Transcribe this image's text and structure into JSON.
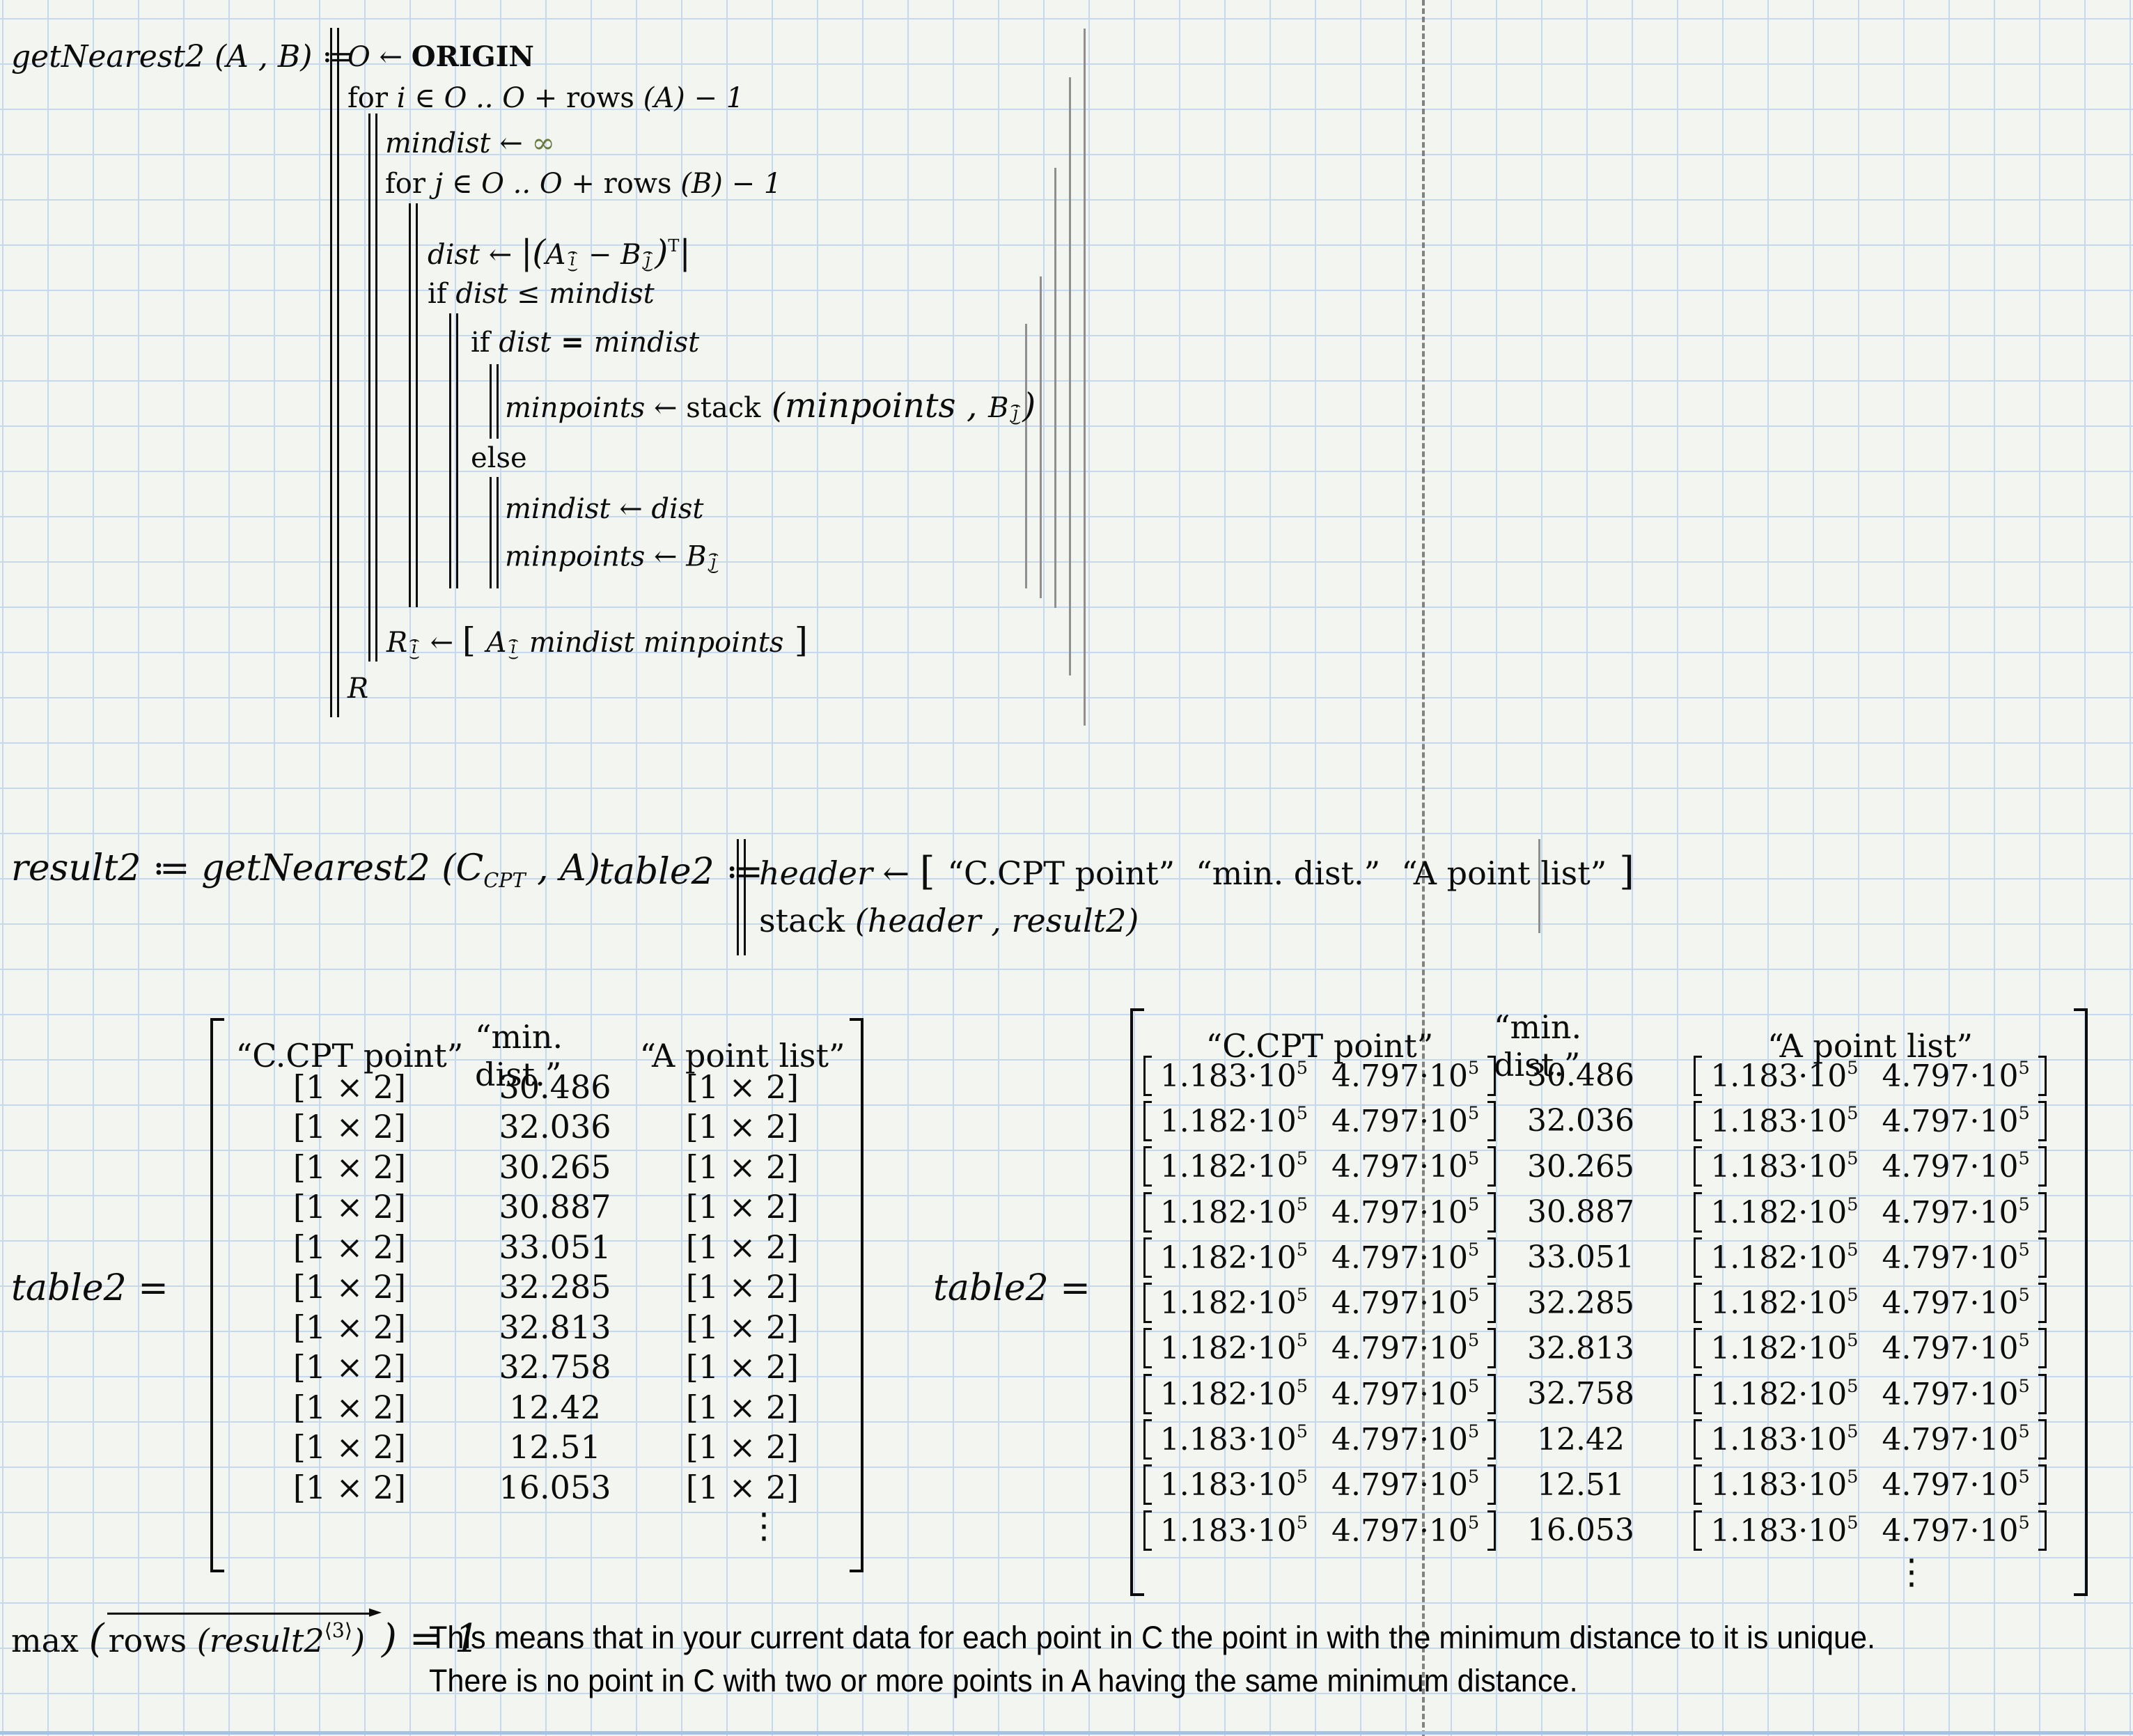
{
  "colors": {
    "paper": "#f3f5f1",
    "grid_line": "#c6d8ee",
    "infinity": "#6b7a42",
    "nesting_bar_gray": "#8f8f8f",
    "page_break_dash": "#6e6e6e"
  },
  "sym": {
    "hat": "⌢",
    "smile": "⌣"
  },
  "program": {
    "lhs": "getNearest2 (A , B) ≔",
    "origin": {
      "pre": "O ← ",
      "kw": "ORIGIN"
    },
    "for_i": {
      "kw": "for ",
      "a": "i ∈ O .. O + ",
      "fn": "rows",
      "b": " (A) − 1"
    },
    "mindist_init": {
      "a": "mindist ← ",
      "inf": "∞"
    },
    "for_j": {
      "kw": "for ",
      "a": "j ∈ O .. O + ",
      "fn": "rows",
      "b": " (B) − 1"
    },
    "dist": {
      "a": "dist ← ",
      "bar": "|",
      "open": "(",
      "A": "A",
      "i": "i",
      "minus": " − ",
      "B": "B",
      "j": "j",
      "close": ")",
      "T": "T"
    },
    "if_le": {
      "kw": "if ",
      "a": "dist ≤ mindist"
    },
    "if_eq": {
      "kw": "if ",
      "a": "dist",
      "eq": " = ",
      "b": "mindist"
    },
    "stack": {
      "a": "minpoints ← ",
      "fn": "stack",
      "open": " (minpoints , ",
      "B": "B",
      "j": "j",
      "close": ")"
    },
    "else_kw": "else",
    "mindist_dist": "mindist ← dist",
    "minpoints_b": {
      "a": "minpoints ← ",
      "B": "B",
      "j": "j"
    },
    "r_assign": {
      "R": "R",
      "i": "i",
      "arrow": " ← ",
      "lb": "[ ",
      "A": "A",
      "i2": "i",
      "rest": " mindist  minpoints",
      "rb": " ]"
    },
    "r_return": "R"
  },
  "result2_line": {
    "a": "result2 ≔ getNearest2 (C",
    "sub": "CPT",
    "b": " , A)"
  },
  "table2_def": {
    "lhs": "table2 ≔",
    "header_pre": "header ← ",
    "lb": "[ ",
    "s1": "“C.CPT point”",
    "s2": "“min. dist.”",
    "s3": "“A point list”",
    "rb": " ]",
    "stack_fn": "stack",
    "stack_args": " (header , result2)"
  },
  "left_table": {
    "label": "table2 =",
    "headers": [
      "“C.CPT point”",
      "“min. dist.”",
      "“A point list”"
    ],
    "cell_placeholder": "[1 × 2]",
    "distances": [
      "30.486",
      "32.036",
      "30.265",
      "30.887",
      "33.051",
      "32.285",
      "32.813",
      "32.758",
      "12.42",
      "12.51",
      "16.053"
    ],
    "ellipsis": "⋮"
  },
  "right_table": {
    "label": "table2 =",
    "headers": [
      "“C.CPT point”",
      "“min. dist.”",
      "“A point list”"
    ],
    "power": "·10",
    "exp": "5",
    "rows": [
      {
        "c": [
          "1.183",
          "4.797"
        ],
        "d": "30.486",
        "a": [
          "1.183",
          "4.797"
        ]
      },
      {
        "c": [
          "1.182",
          "4.797"
        ],
        "d": "32.036",
        "a": [
          "1.183",
          "4.797"
        ]
      },
      {
        "c": [
          "1.182",
          "4.797"
        ],
        "d": "30.265",
        "a": [
          "1.183",
          "4.797"
        ]
      },
      {
        "c": [
          "1.182",
          "4.797"
        ],
        "d": "30.887",
        "a": [
          "1.182",
          "4.797"
        ]
      },
      {
        "c": [
          "1.182",
          "4.797"
        ],
        "d": "33.051",
        "a": [
          "1.182",
          "4.797"
        ]
      },
      {
        "c": [
          "1.182",
          "4.797"
        ],
        "d": "32.285",
        "a": [
          "1.182",
          "4.797"
        ]
      },
      {
        "c": [
          "1.182",
          "4.797"
        ],
        "d": "32.813",
        "a": [
          "1.182",
          "4.797"
        ]
      },
      {
        "c": [
          "1.182",
          "4.797"
        ],
        "d": "32.758",
        "a": [
          "1.182",
          "4.797"
        ]
      },
      {
        "c": [
          "1.183",
          "4.797"
        ],
        "d": "12.42",
        "a": [
          "1.183",
          "4.797"
        ]
      },
      {
        "c": [
          "1.183",
          "4.797"
        ],
        "d": "12.51",
        "a": [
          "1.183",
          "4.797"
        ]
      },
      {
        "c": [
          "1.183",
          "4.797"
        ],
        "d": "16.053",
        "a": [
          "1.183",
          "4.797"
        ]
      }
    ],
    "ellipsis": "⋮"
  },
  "bottom": {
    "eq": {
      "maxfn": "max ",
      "open": "(",
      "rowsfn": "rows",
      "mid": " (result2",
      "sup": "⟨3⟩",
      "close1": ")",
      "close2": ") = 1"
    },
    "text_line1": "This means that in your current data for each point in C the point in with the minimum distance to it is unique.",
    "text_line2": "There is no point in C with two or more points in A having the same minimum distance."
  }
}
